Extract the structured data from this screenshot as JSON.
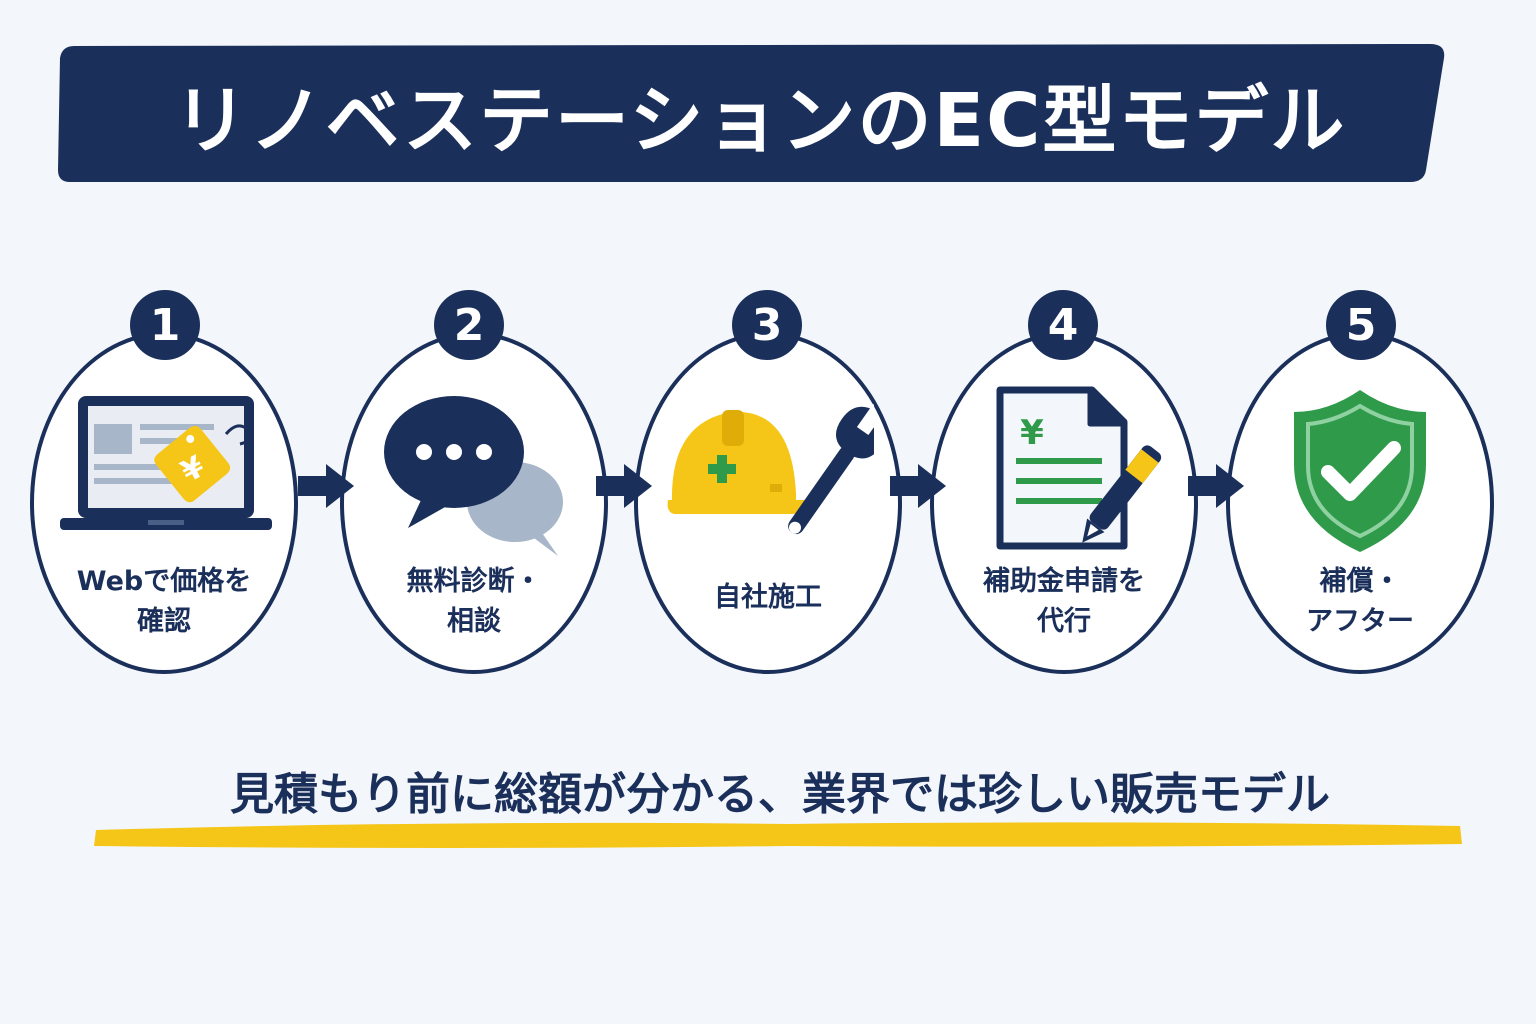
{
  "banner": {
    "title": "リノベステーションのEC型モデル"
  },
  "steps": [
    {
      "number": "1",
      "label_lines": [
        "Webで価格を",
        "確認"
      ],
      "icon": "laptop-price-tag-icon"
    },
    {
      "number": "2",
      "label_lines": [
        "無料診断・",
        "相談"
      ],
      "icon": "chat-bubbles-icon"
    },
    {
      "number": "3",
      "label_lines": [
        "自社施工"
      ],
      "icon": "hardhat-wrench-icon"
    },
    {
      "number": "4",
      "label_lines": [
        "補助金申請を",
        "代行"
      ],
      "icon": "document-pen-icon"
    },
    {
      "number": "5",
      "label_lines": [
        "補償・",
        "アフター"
      ],
      "icon": "shield-check-icon"
    }
  ],
  "tagline": "見積もり前に総額が分かる、業界では珍しい販売モデル",
  "colors": {
    "navy": "#1b2f5b",
    "yellow": "#f5c518",
    "green": "#2f9a4a",
    "gray_blue": "#a7b6c9",
    "background": "#f3f6fa"
  }
}
